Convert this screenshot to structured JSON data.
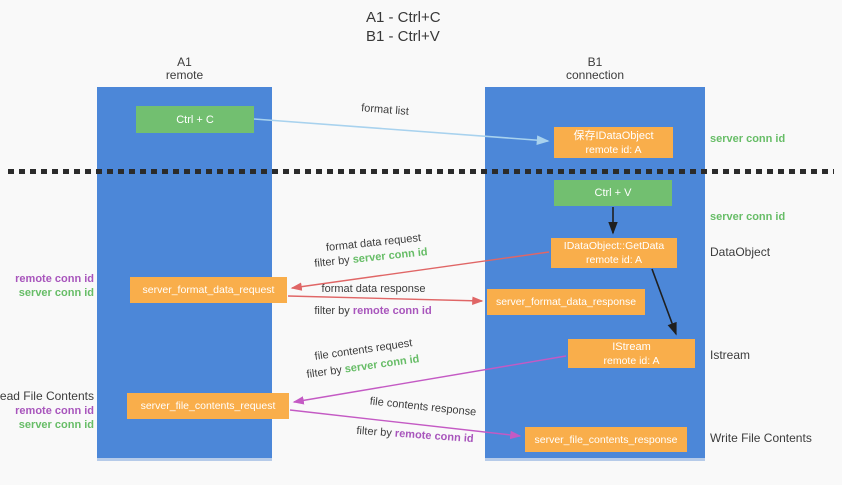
{
  "title": {
    "line1": "A1 - Ctrl+C",
    "line2": "B1 - Ctrl+V"
  },
  "lanes": {
    "left": {
      "name": "A1",
      "role": "remote"
    },
    "right": {
      "name": "B1",
      "role": "connection"
    }
  },
  "nodes": {
    "ctrl_c": {
      "label": "Ctrl + C"
    },
    "save_dataobject": {
      "title": "保存IDataObject",
      "subtitle": "remote id: A"
    },
    "ctrl_v": {
      "label": "Ctrl + V"
    },
    "getdata": {
      "title": "IDataObject::GetData",
      "subtitle": "remote id: A"
    },
    "format_request": {
      "label": "server_format_data_request"
    },
    "format_response": {
      "label": "server_format_data_response"
    },
    "istream": {
      "title": "IStream",
      "subtitle": "remote id: A"
    },
    "file_request": {
      "label": "server_file_contents_request"
    },
    "file_response": {
      "label": "server_file_contents_response"
    }
  },
  "arrow_labels": {
    "format_list": "format list",
    "format_data_request": "format data request",
    "format_data_response": "format data response",
    "file_contents_request": "file contents request",
    "file_contents_response": "file contents response",
    "filter_by": "filter by"
  },
  "ids": {
    "server_conn_id": "server conn id",
    "remote_conn_id": "remote conn id"
  },
  "side_labels": {
    "dataobject": "DataObject",
    "istream": "Istream",
    "read_file_contents": "Read File Contents",
    "write_file_contents": "Write File Contents"
  },
  "colors": {
    "lane_blue": "#4c87d8",
    "box_green": "#72bf70",
    "box_orange": "#f9ae4b",
    "server_conn_green": "#67bd67",
    "remote_conn_purple": "#a855bc",
    "arrow_red": "#e06666",
    "arrow_magenta": "#c45ac4",
    "arrow_lightblue": "#a8d2ee",
    "arrow_black": "#1f1f1f",
    "background": "#f9f9f9"
  }
}
